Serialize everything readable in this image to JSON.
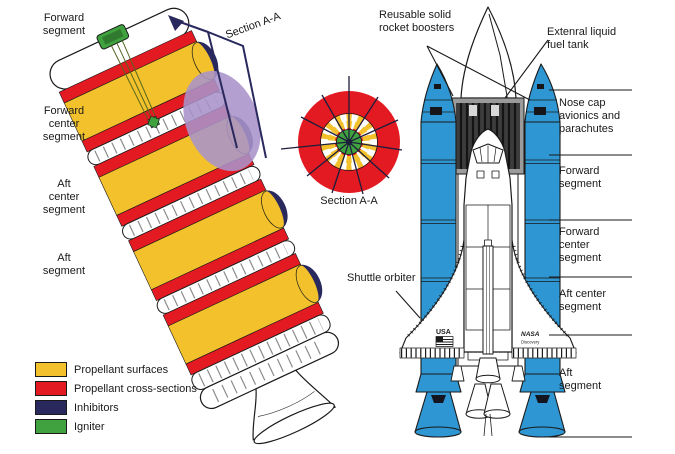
{
  "colors": {
    "propellant_yellow": "#F2C12B",
    "cross_section_red": "#E31A22",
    "inhibitor_navy": "#29295E",
    "igniter_green": "#3FA23F",
    "igniter_dark_green": "#2F7A2F",
    "booster_blue": "#2E96D2",
    "section_purple": "#A893C9",
    "line_dark": "#1A1A1A",
    "intertank_gray": "#9B9B9B",
    "intertank_dark": "#3D3D3D"
  },
  "cutaway": {
    "segment_labels": [
      "Forward\nsegment",
      "Forward\ncenter\nsegment",
      "Aft\ncenter\nsegment",
      "Aft\nsegment"
    ],
    "section_label": "Section A-A"
  },
  "cross_section": {
    "caption": "Section A-A"
  },
  "shuttle": {
    "label_srb": "Reusable solid\nrocket boosters",
    "label_et": "Extenral liquid\nfuel tank",
    "label_orbiter": "Shuttle orbiter",
    "right_labels": [
      "Nose cap\navionics and\nparachutes",
      "Forward\nsegment",
      "Forward\ncenter\nsegment",
      "Aft center\nsegment",
      "Aft\nsegment"
    ],
    "wing_left_text": "USA",
    "wing_right_line1": "NASA",
    "wing_right_line2": "Discovery"
  },
  "legend": {
    "items": [
      {
        "label": "Propellant surfaces",
        "color": "#F2C12B"
      },
      {
        "label": "Propellant cross-sections",
        "color": "#E31A22"
      },
      {
        "label": "Inhibitors",
        "color": "#29295E"
      },
      {
        "label": "Igniter",
        "color": "#3FA23F"
      }
    ]
  }
}
